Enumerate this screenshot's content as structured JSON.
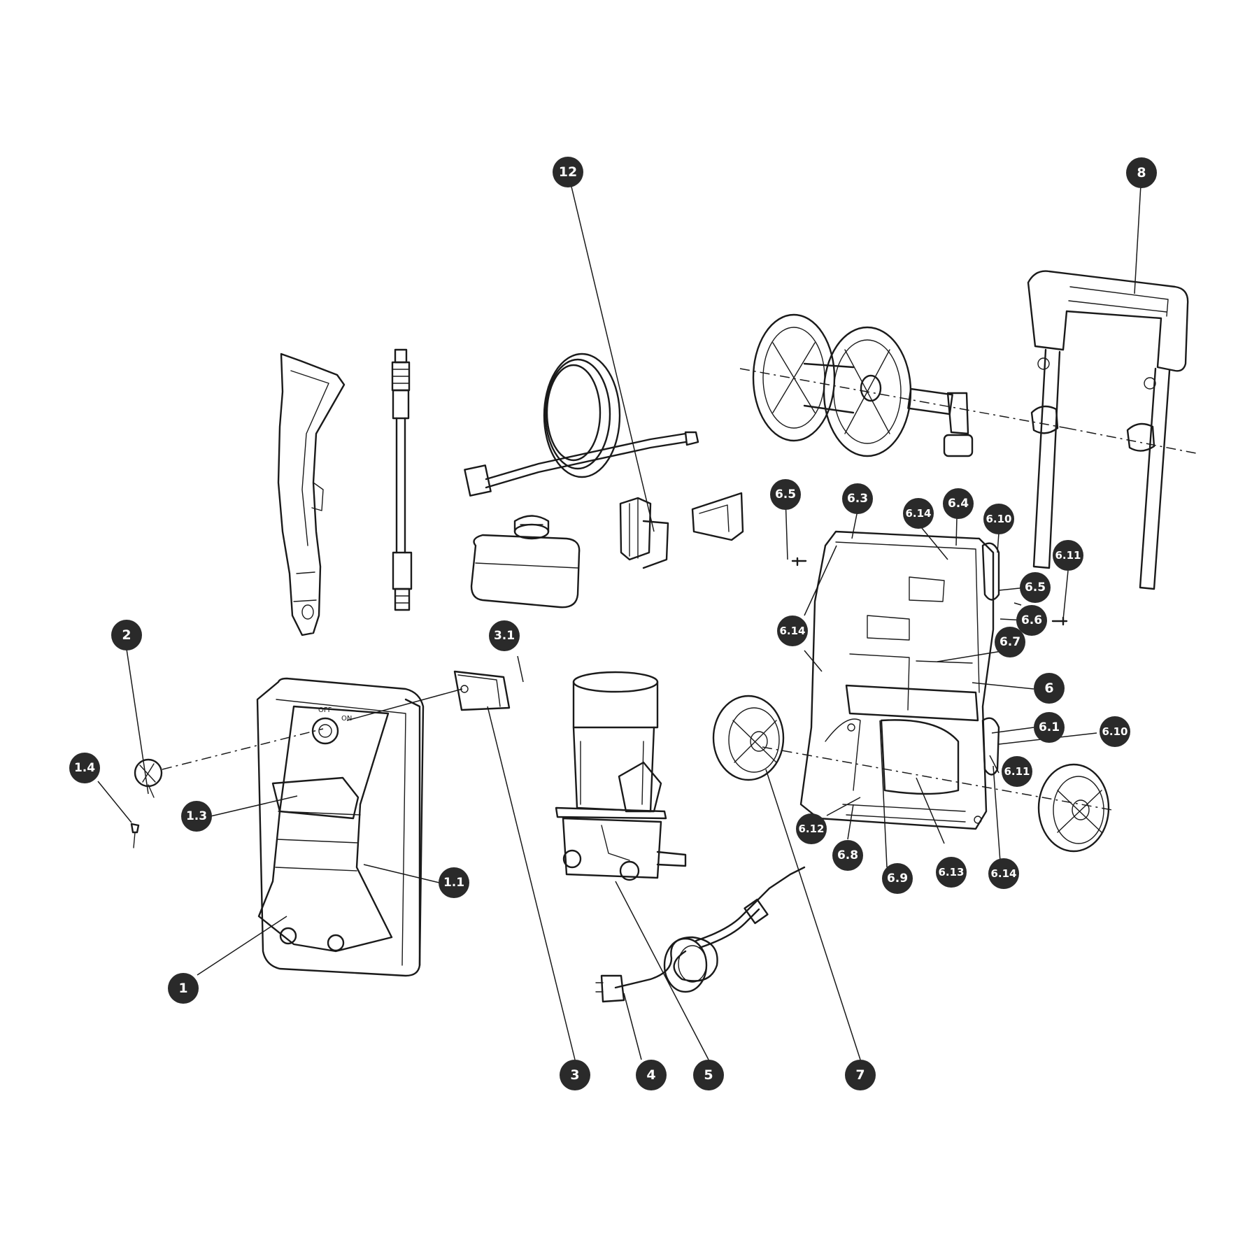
{
  "diagram": {
    "callouts": [
      "12",
      "8",
      "6.5",
      "6.3",
      "6.14",
      "6.4",
      "6.10",
      "6.11",
      "6.5",
      "6.6",
      "6.14",
      "6.7",
      "6",
      "6.1",
      "6.10",
      "6.11",
      "2",
      "3.1",
      "1.4",
      "1.3",
      "1.1",
      "1",
      "6.12",
      "6.8",
      "6.9",
      "6.13",
      "6.14",
      "3",
      "4",
      "5",
      "7"
    ],
    "housing_labels": [
      "OFF",
      "ON"
    ]
  }
}
